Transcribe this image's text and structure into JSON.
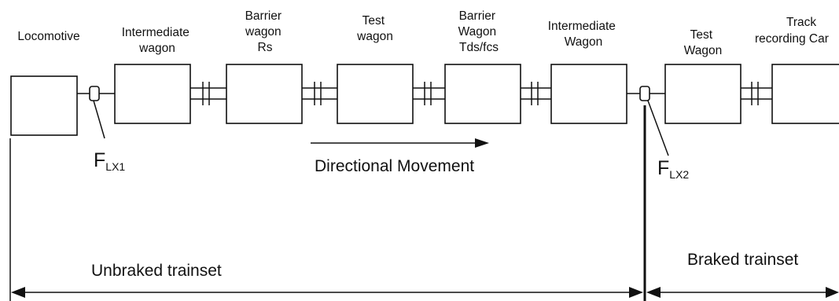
{
  "wagons": [
    {
      "id": "locomotive",
      "lines": [
        "Locomotive"
      ]
    },
    {
      "id": "intermediate-1",
      "lines": [
        "Intermediate",
        "wagon"
      ]
    },
    {
      "id": "barrier-rs",
      "lines": [
        "Barrier",
        "wagon",
        "Rs"
      ]
    },
    {
      "id": "test-1",
      "lines": [
        "Test",
        "wagon"
      ]
    },
    {
      "id": "barrier-tds",
      "lines": [
        "Barrier",
        "Wagon",
        "Tds/fcs"
      ]
    },
    {
      "id": "intermediate-2",
      "lines": [
        "Intermediate",
        "Wagon"
      ]
    },
    {
      "id": "test-2",
      "lines": [
        "Test",
        "Wagon"
      ]
    },
    {
      "id": "track-recording",
      "lines": [
        "Track",
        "recording Car"
      ]
    }
  ],
  "forces": {
    "f1": {
      "main": "F",
      "sub": "LX1"
    },
    "f2": {
      "main": "F",
      "sub": "LX2"
    }
  },
  "direction_label": "Directional Movement",
  "spans": {
    "unbraked": "Unbraked trainset",
    "braked": "Braked trainset"
  }
}
